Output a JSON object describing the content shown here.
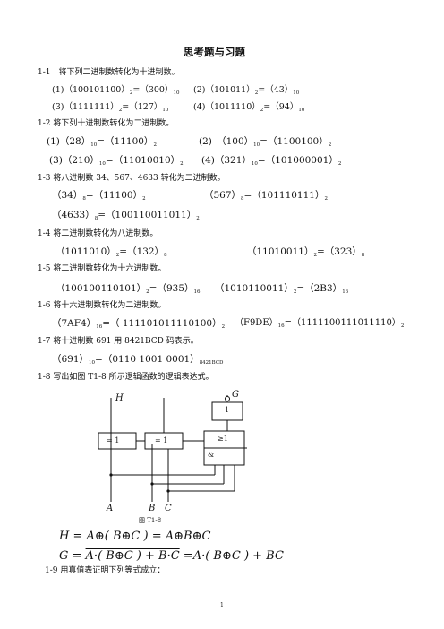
{
  "title": "思考题与习题",
  "p1": {
    "q": "1-1　将下列二进制数转化为十进制数。",
    "r1a": {
      "pre": "(1)（100101100）",
      "s1": "2",
      "mid": "=（300）",
      "s2": "10"
    },
    "r1b": {
      "pre": "(2)（101011）",
      "s1": "2",
      "mid": "=（43）",
      "s2": "10"
    },
    "r2a": {
      "pre": "(3)（1111111）",
      "s1": "2",
      "mid": "=（127）",
      "s2": "10"
    },
    "r2b": {
      "pre": "(4)（1011110）",
      "s1": "2",
      "mid": "=（94）",
      "s2": "10"
    }
  },
  "p2": {
    "q": "1-2 将下列十进制数转化为二进制数。",
    "r1a": {
      "pre": "(1)（28）",
      "s1": "10",
      "mid": "=（11100）",
      "s2": "2"
    },
    "r1b": {
      "pre": "(2)　（100）",
      "s1": "10",
      "mid": "=（1100100）",
      "s2": "2"
    },
    "r2a": {
      "pre": "(3)（210）",
      "s1": "10",
      "mid": "=（11010010）",
      "s2": "2"
    },
    "r2b": {
      "pre": "(4)（321）",
      "s1": "10",
      "mid": "=（101000001）",
      "s2": "2"
    }
  },
  "p3": {
    "q": "1-3 将八进制数 34、567、4633 转化为二进制数。",
    "r1a": {
      "pre": "（34）",
      "s1": "8",
      "mid": "=（11100）",
      "s2": "2"
    },
    "r1b": {
      "pre": "（567）",
      "s1": "8",
      "mid": "=（101110111）",
      "s2": "2"
    },
    "r2a": {
      "pre": "（4633）",
      "s1": "8",
      "mid": "=（100110011011）",
      "s2": "2"
    }
  },
  "p4": {
    "q": "1-4 将二进制数转化为八进制数。",
    "r1a": {
      "pre": "（1011010）",
      "s1": "2",
      "mid": "=（132）",
      "s2": "8"
    },
    "r1b": {
      "pre": "（11010011）",
      "s1": "2",
      "mid": "=（323）",
      "s2": "8"
    }
  },
  "p5": {
    "q": "1-5 将二进制数转化为十六进制数。",
    "r1a": {
      "pre": "（100100110101）",
      "s1": "2",
      "mid": "=（935）",
      "s2": "16"
    },
    "r1b": {
      "pre": "（1010110011）",
      "s1": "2",
      "mid": "=（2B3）",
      "s2": "16"
    }
  },
  "p6": {
    "q": "1-6 将十六进制数转化为二进制数。",
    "r1a": {
      "pre": "（7AF4）",
      "s1": "16",
      "mid": "=（ 111101011110100）",
      "s2": "2"
    },
    "r1b": {
      "pre": "（F9DE）",
      "s1": "16",
      "mid": "=（1111100111011110）",
      "s2": "2"
    }
  },
  "p7": {
    "q": "1-7 将十进制数 691 用 8421BCD 码表示。",
    "r1a": {
      "pre": "（691）",
      "s1": "10",
      "mid": "=（0110 1001 0001）",
      "s2": "8421BCD"
    }
  },
  "p8": {
    "q": "1-8 写出如图 T1-8 所示逻辑函数的逻辑表达式。",
    "circuit": {
      "label_h": "H",
      "label_g": "G",
      "label_a": "A",
      "label_b": "B",
      "label_c": "C",
      "xor1": "= 1",
      "xor2": "= 1",
      "not": "1",
      "or": "≥1",
      "and": "&",
      "caption": "图 T1-8"
    },
    "f1": "H = A⊕( B⊕C ) = A⊕B⊕C",
    "f2": {
      "lhs": "G = ",
      "bar": "A·( B⊕C ) + B·C",
      "rhs": " =A·( B⊕C ) + BC"
    }
  },
  "p9": {
    "q": "1-9 用真值表证明下列等式成立："
  },
  "page_number": "1"
}
